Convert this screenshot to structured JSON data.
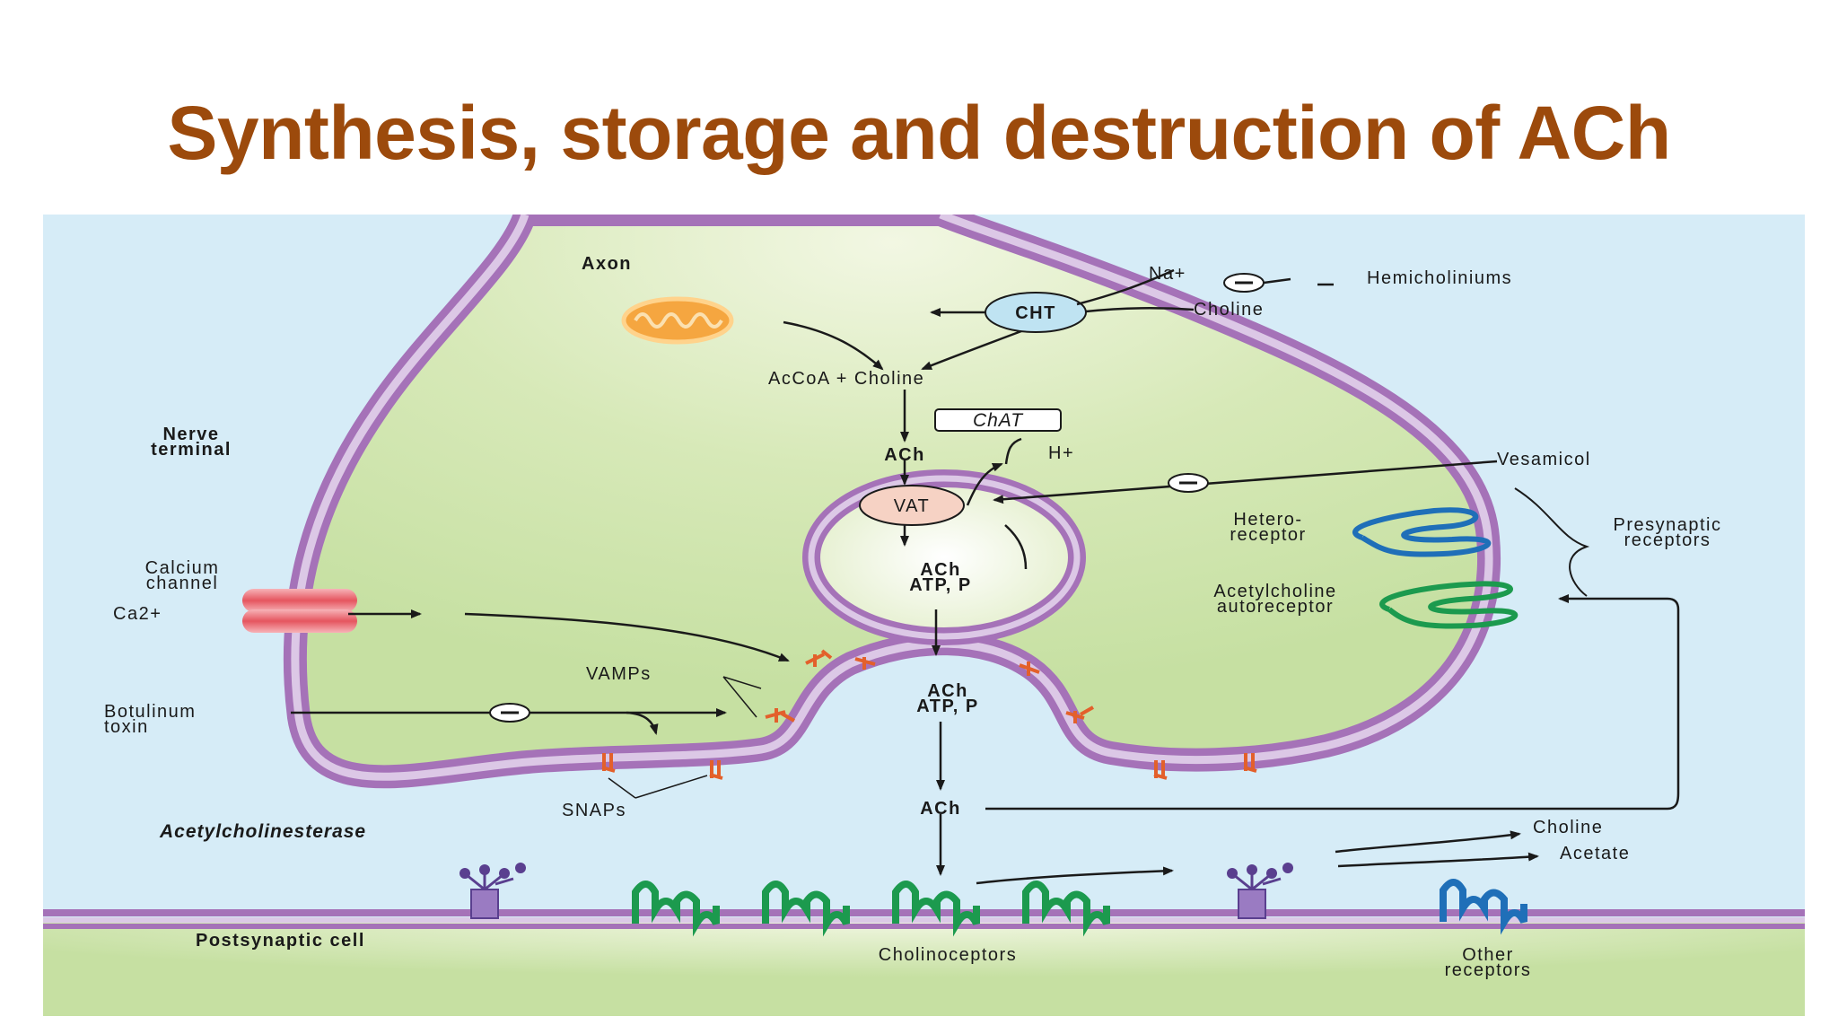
{
  "title": "Synthesis, storage and destruction of ACh",
  "labels": {
    "axon": "Axon",
    "na": "Na+",
    "hemicholiniums": "Hemicholiniums",
    "cht": "CHT",
    "choline_uptake": "Choline",
    "accoa_choline": "AcCoA + Choline",
    "chat": "ChAT",
    "nerve_terminal_1": "Nerve",
    "nerve_terminal_2": "terminal",
    "ach_synth": "ACh",
    "h_plus": "H+",
    "vesamicol": "Vesamicol",
    "vat": "VAT",
    "hetero_1": "Hetero-",
    "hetero_2": "receptor",
    "presyn_1": "Presynaptic",
    "presyn_2": "receptors",
    "vesicle_1": "ACh",
    "vesicle_2": "ATP, P",
    "calcium_1": "Calcium",
    "calcium_2": "channel",
    "ca": "Ca2+",
    "autoreceptor_1": "Acetylcholine",
    "autoreceptor_2": "autoreceptor",
    "vamps": "VAMPs",
    "fusion_1": "ACh",
    "fusion_2": "ATP, P",
    "botulinum_1": "Botulinum",
    "botulinum_2": "toxin",
    "snaps": "SNAPs",
    "ach_cleft": "ACh",
    "ache": "Acetylcholinesterase",
    "choline_out": "Choline",
    "acetate": "Acetate",
    "postsynaptic": "Postsynaptic cell",
    "cholinoceptors": "Cholinoceptors",
    "other_1": "Other",
    "other_2": "receptors"
  },
  "colors": {
    "title": "#9c4a0c",
    "background": "#d6ecf7",
    "cytoplasm": "#cfe4ad",
    "membrane": "#a572b8",
    "vesicle_fill": "#eef3dc",
    "cht_fill": "#bfe3f2",
    "vat_fill": "#f6d2c4",
    "mitochondrion": "#f5a640",
    "calcium_channel": "#e8666f",
    "snare": "#e3602b",
    "hetero_receptor": "#1f6fb8",
    "autoreceptor": "#1c9a4e",
    "cholinoceptor": "#1c9a4e",
    "other_receptor": "#1f6fb8",
    "ache_enzyme": "#5a3f8f"
  },
  "icons": {
    "mitochondrion": "mitochondrion-icon",
    "calcium_channel": "calcium-channel-icon",
    "snare": "snare-protein-icon",
    "receptor": "receptor-icon",
    "ache": "acetylcholinesterase-icon",
    "inhibit": "inhibition-minus-icon"
  }
}
